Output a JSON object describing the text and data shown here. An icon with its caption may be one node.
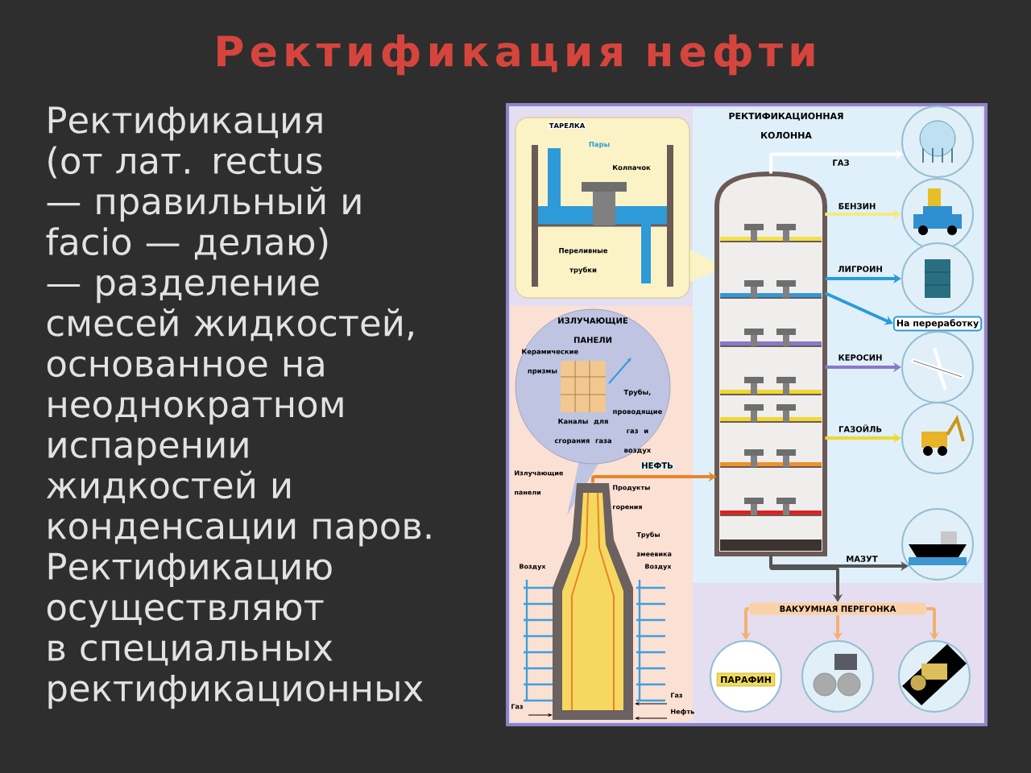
{
  "diagram": {
    "title": "Ректификация нефти",
    "nodes": [
      {
        "text": [
          "ТАРЕЛКА",
          "Пары",
          "Колпачок",
          "Переливные трубки"
        ]
      },
      {
        "text": [
          "РЕКТИФИКАЦИОННАЯ КОЛОННА"
        ]
      },
      {
        "text": [
          "ИЗЛУЧАЮЩИЕ ПАНЕЛИ",
          "Керамические призмы",
          "Трубы, проводящие газ и воздух",
          "Каналы для сгорания газа"
        ]
      },
      {
        "text": [],
        "shape": "picture",
        "beside": [
          "Излучающие панели",
          "Продукты горения",
          "Трубы змеевика",
          "Воздух",
          "Воздух",
          "Газ",
          "Газ",
          "Нефть"
        ]
      },
      {
        "text": [],
        "shape": "picture"
      },
      {
        "text": [],
        "shape": "picture"
      },
      {
        "text": [],
        "shape": "picture"
      },
      {
        "text": [
          "На переработку"
        ]
      },
      {
        "text": [],
        "shape": "picture"
      },
      {
        "text": [],
        "shape": "picture"
      },
      {
        "text": [],
        "shape": "picture"
      },
      {
        "text": [
          "ВАКУУМНАЯ ПЕРЕГОНКА"
        ]
      },
      {
        "text": [
          "ПАРАФИН"
        ]
      },
      {
        "text": [],
        "shape": "picture"
      },
      {
        "text": [],
        "shape": "picture"
      }
    ],
    "edges": [
      {
        "from": 1,
        "to": 4,
        "arrow": "to",
        "label": "ГАЗ",
        "color": "#ffffff"
      },
      {
        "from": 1,
        "to": 5,
        "arrow": "to",
        "label": "БЕНЗИН",
        "color": "#f4ea80"
      },
      {
        "from": 1,
        "to": 6,
        "arrow": "to",
        "label": "ЛИГРОИН",
        "color": "#2a9ad8"
      },
      {
        "from": 1,
        "to": 7,
        "arrow": "to",
        "color": "#2a9ad8"
      },
      {
        "from": 1,
        "to": 8,
        "arrow": "to",
        "label": "КЕРОСИН",
        "color": "#8a78c8"
      },
      {
        "from": 1,
        "to": 9,
        "arrow": "to",
        "label": "ГАЗОЙЛЬ",
        "color": "#f0d830"
      },
      {
        "from": 1,
        "to": 10,
        "arrow": "to",
        "label": "МАЗУТ",
        "color": "#555555"
      },
      {
        "from": 1,
        "to": 11,
        "arrow": "to",
        "color": "#555555"
      },
      {
        "from": 11,
        "to": 12,
        "arrow": "to",
        "color": "#f4b070"
      },
      {
        "from": 11,
        "to": 13,
        "arrow": "to",
        "color": "#f4b070"
      },
      {
        "from": 11,
        "to": 14,
        "arrow": "to",
        "color": "#f4b070"
      },
      {
        "from": 3,
        "to": 1,
        "arrow": "to",
        "label": "НЕФТЬ",
        "color": "#e8852a"
      }
    ],
    "labels": [
      "Ректификация (от лат. rectus — правильный и facio — делаю) — разделение смесей жидкостей, основанное на неоднократном испарении жидкостей и конденсации паров. Ректификацию осуществляют в специальных ректификационных"
    ]
  }
}
